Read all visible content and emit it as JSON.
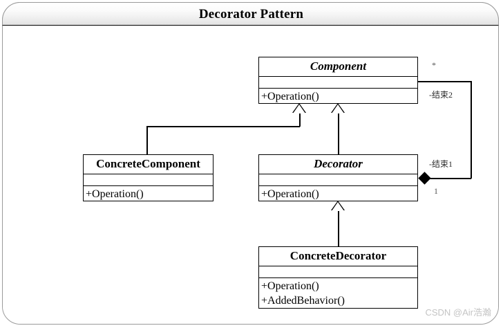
{
  "diagram": {
    "title": "Decorator Pattern",
    "watermark": "CSDN @Air浩瀚",
    "classes": [
      {
        "id": "component",
        "name": "Component",
        "abstract": true,
        "attributes": [],
        "operations": [
          "+Operation()"
        ]
      },
      {
        "id": "concrete-component",
        "name": "ConcreteComponent",
        "abstract": false,
        "attributes": [],
        "operations": [
          "+Operation()"
        ]
      },
      {
        "id": "decorator",
        "name": "Decorator",
        "abstract": true,
        "attributes": [],
        "operations": [
          "+Operation()"
        ]
      },
      {
        "id": "concrete-decorator",
        "name": "ConcreteDecorator",
        "abstract": false,
        "attributes": [],
        "operations": [
          "+Operation()",
          "+AddedBehavior()"
        ]
      }
    ],
    "edges": [
      {
        "id": "generalization-concrete-component",
        "type": "generalization",
        "from": "concrete-component",
        "to": "component"
      },
      {
        "id": "generalization-decorator",
        "type": "generalization",
        "from": "decorator",
        "to": "component"
      },
      {
        "id": "generalization-concrete-decorator",
        "type": "generalization",
        "from": "concrete-decorator",
        "to": "decorator"
      },
      {
        "id": "composition-decorator-component",
        "type": "composition",
        "from": "decorator",
        "to": "component",
        "end2_label": "-结束2",
        "end2_multiplicity": "*",
        "end1_label": "-结束1",
        "end1_multiplicity": "1"
      }
    ]
  },
  "colors": {
    "line": "#000000",
    "box_fill": "#ffffff",
    "frame_border": "#9a9a9a",
    "title_text": "#000000",
    "watermark": "#c4c4c4"
  }
}
